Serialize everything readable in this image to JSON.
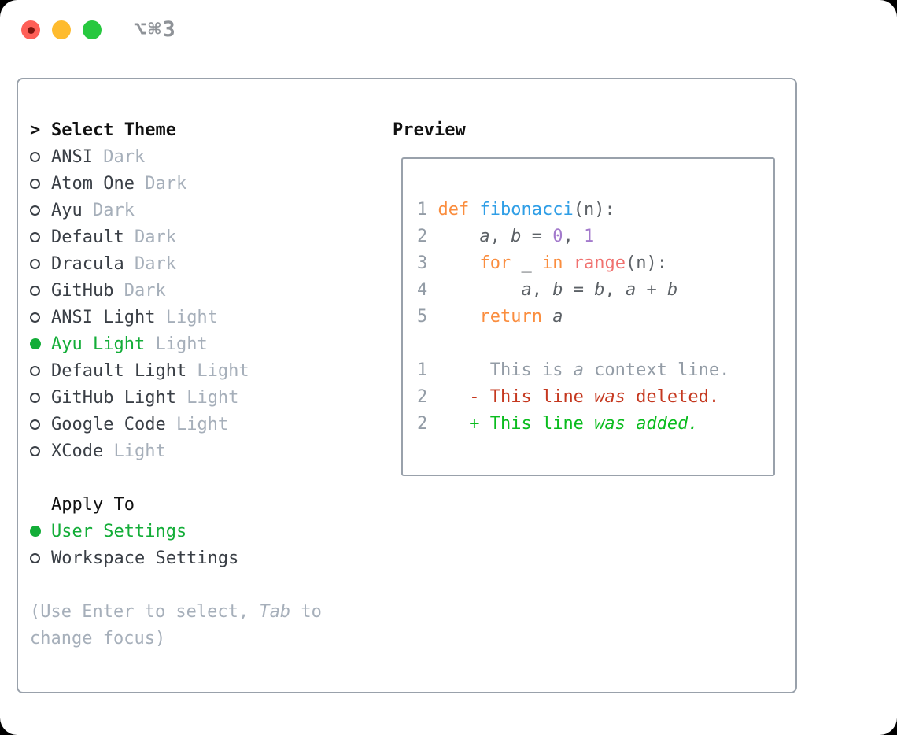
{
  "window": {
    "shortcut_label": "⌥⌘3",
    "traffic_lights": [
      "close",
      "minimize",
      "zoom"
    ]
  },
  "theme_picker": {
    "prompt": ">",
    "title": "Select Theme",
    "items": [
      {
        "name": "ANSI",
        "variant": "Dark",
        "selected": false
      },
      {
        "name": "Atom One",
        "variant": "Dark",
        "selected": false
      },
      {
        "name": "Ayu",
        "variant": "Dark",
        "selected": false
      },
      {
        "name": "Default",
        "variant": "Dark",
        "selected": false
      },
      {
        "name": "Dracula",
        "variant": "Dark",
        "selected": false
      },
      {
        "name": "GitHub",
        "variant": "Dark",
        "selected": false
      },
      {
        "name": "ANSI Light",
        "variant": "Light",
        "selected": false
      },
      {
        "name": "Ayu Light",
        "variant": "Light",
        "selected": true
      },
      {
        "name": "Default Light",
        "variant": "Light",
        "selected": false
      },
      {
        "name": "GitHub Light",
        "variant": "Light",
        "selected": false
      },
      {
        "name": "Google Code",
        "variant": "Light",
        "selected": false
      },
      {
        "name": "XCode",
        "variant": "Light",
        "selected": false
      }
    ],
    "apply_to": {
      "title": "Apply To",
      "options": [
        {
          "label": "User Settings",
          "selected": true
        },
        {
          "label": "Workspace Settings",
          "selected": false
        }
      ]
    },
    "hint": {
      "line1_segments": [
        {
          "text": "(Use Enter to select, ",
          "italic": false
        },
        {
          "text": "Tab",
          "italic": true
        },
        {
          "text": " to",
          "italic": false
        }
      ],
      "line2": "change focus)"
    }
  },
  "preview": {
    "title": "Preview",
    "code_lines": [
      {
        "num": "1",
        "tokens": [
          [
            "def",
            "kw"
          ],
          [
            " ",
            "fg"
          ],
          [
            "fibonacci",
            "fn"
          ],
          [
            "(n):",
            "fg"
          ]
        ]
      },
      {
        "num": "2",
        "tokens": [
          [
            "    ",
            "fg"
          ],
          [
            "a",
            "var"
          ],
          [
            ", ",
            "fg"
          ],
          [
            "b",
            "var"
          ],
          [
            " = ",
            "fg"
          ],
          [
            "0",
            "num"
          ],
          [
            ", ",
            "fg"
          ],
          [
            "1",
            "num"
          ]
        ]
      },
      {
        "num": "3",
        "tokens": [
          [
            "    ",
            "fg"
          ],
          [
            "for",
            "kw"
          ],
          [
            " _ ",
            "fg"
          ],
          [
            "in",
            "kw"
          ],
          [
            " ",
            "fg"
          ],
          [
            "range",
            "call"
          ],
          [
            "(n):",
            "fg"
          ]
        ]
      },
      {
        "num": "4",
        "tokens": [
          [
            "        ",
            "fg"
          ],
          [
            "a",
            "var"
          ],
          [
            ", ",
            "fg"
          ],
          [
            "b",
            "var"
          ],
          [
            " = ",
            "fg"
          ],
          [
            "b",
            "var"
          ],
          [
            ", ",
            "fg"
          ],
          [
            "a",
            "var"
          ],
          [
            " + ",
            "fg"
          ],
          [
            "b",
            "var"
          ]
        ]
      },
      {
        "num": "5",
        "tokens": [
          [
            "    ",
            "fg"
          ],
          [
            "return",
            "kw"
          ],
          [
            " ",
            "fg"
          ],
          [
            "a",
            "var"
          ]
        ]
      },
      {
        "num": "",
        "tokens": []
      },
      {
        "num": "1",
        "tokens": [
          [
            "     This is ",
            "ctx"
          ],
          [
            "a",
            "ctx-i"
          ],
          [
            " context line.",
            "ctx"
          ]
        ]
      },
      {
        "num": "2",
        "tokens": [
          [
            "   - This line ",
            "del"
          ],
          [
            "was",
            "del-i"
          ],
          [
            " deleted.",
            "del"
          ]
        ]
      },
      {
        "num": "2",
        "tokens": [
          [
            "   + This line ",
            "add"
          ],
          [
            "was",
            "add-i"
          ],
          [
            " ",
            "add"
          ],
          [
            "added.",
            "add-i"
          ]
        ]
      }
    ]
  },
  "colors": {
    "accent_green": "#13ad38",
    "diff_added_green": "#0abc1e",
    "diff_deleted_red": "#c5381f",
    "keyword_orange": "#fa8d3e",
    "function_blue": "#2f9ee6",
    "builtin_coral": "#f0716f",
    "number_purple": "#a37acc",
    "code_foreground": "#5c6166",
    "gutter_gray": "#939ca6",
    "muted_gray": "#a6afba",
    "list_text": "#3a3f46",
    "heading_black": "#111111",
    "panel_border": "#99a1ab",
    "traffic_red": "#fe5f57",
    "traffic_red_dot": "#7e150e",
    "traffic_yellow": "#febb2e",
    "traffic_green": "#27c83f",
    "shortcut_gray": "#8f9398"
  }
}
